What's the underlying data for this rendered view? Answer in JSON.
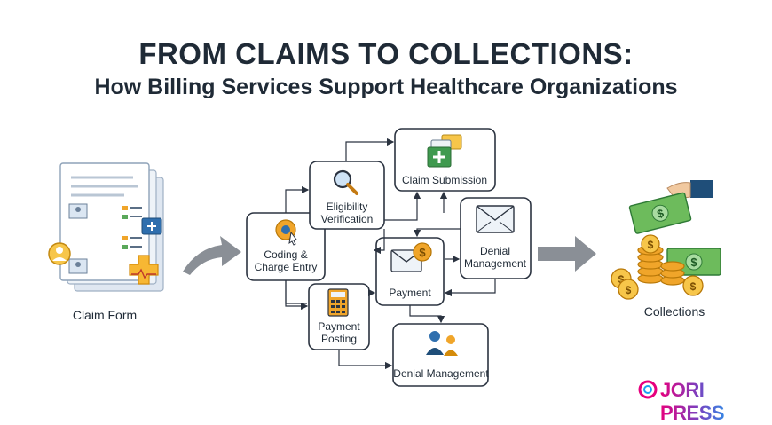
{
  "header": {
    "title": "FROM CLAIMS TO COLLECTIONS:",
    "subtitle": "How Billing Services Support Healthcare Organizations"
  },
  "nodes": {
    "claim_form": "Claim Form",
    "coding": [
      "Coding &",
      "Charge Entry"
    ],
    "eligibility": [
      "Eligibility",
      "Verification"
    ],
    "claim_submission": "Claim Submission",
    "denial_management_right": [
      "Denial",
      "Management"
    ],
    "payment": "Payment",
    "payment_posting": [
      "Payment",
      "Posting"
    ],
    "denial_management_bottom": "Denial Management",
    "collections": "Collections"
  },
  "brand": {
    "logo_text": "JORI PRESS"
  },
  "colors": {
    "arrow_gray": "#8a8f96",
    "money_green": "#5aa85a",
    "coin_gold": "#f0a52a",
    "accent_blue": "#1f4e79"
  }
}
